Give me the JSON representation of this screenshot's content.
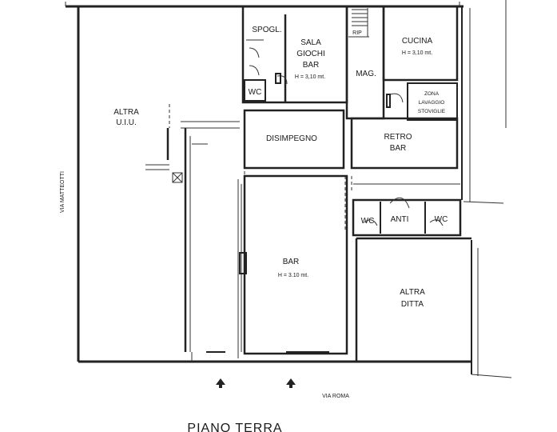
{
  "plan": {
    "title": "PIANO TERRA",
    "streets": {
      "side": "VIA MATTEOTTI",
      "front": "VIA ROMA"
    },
    "rooms": {
      "altra_uiu": [
        "ALTRA",
        "U.I.U."
      ],
      "spogl": "SPOGL.",
      "wc_spogl": "WC",
      "sala_giochi": [
        "SALA",
        "GIOCHI",
        "BAR"
      ],
      "sala_height": "H = 3,10 mt.",
      "rip": "RIP",
      "mag": "MAG.",
      "cucina": "CUCINA",
      "cucina_height": "H = 3,10 mt.",
      "zona_lavaggio": [
        "ZONA",
        "LAVAGGIO",
        "STOVIGLIE"
      ],
      "disimpegno": "DISIMPEGNO",
      "retro_bar": [
        "RETRO",
        "BAR"
      ],
      "wc_left": "WC",
      "anti": "ANTI",
      "wc_right": "WC",
      "bar": "BAR",
      "bar_height": "H = 3.10 mt.",
      "altra_ditta": [
        "ALTRA",
        "DITTA"
      ]
    }
  }
}
